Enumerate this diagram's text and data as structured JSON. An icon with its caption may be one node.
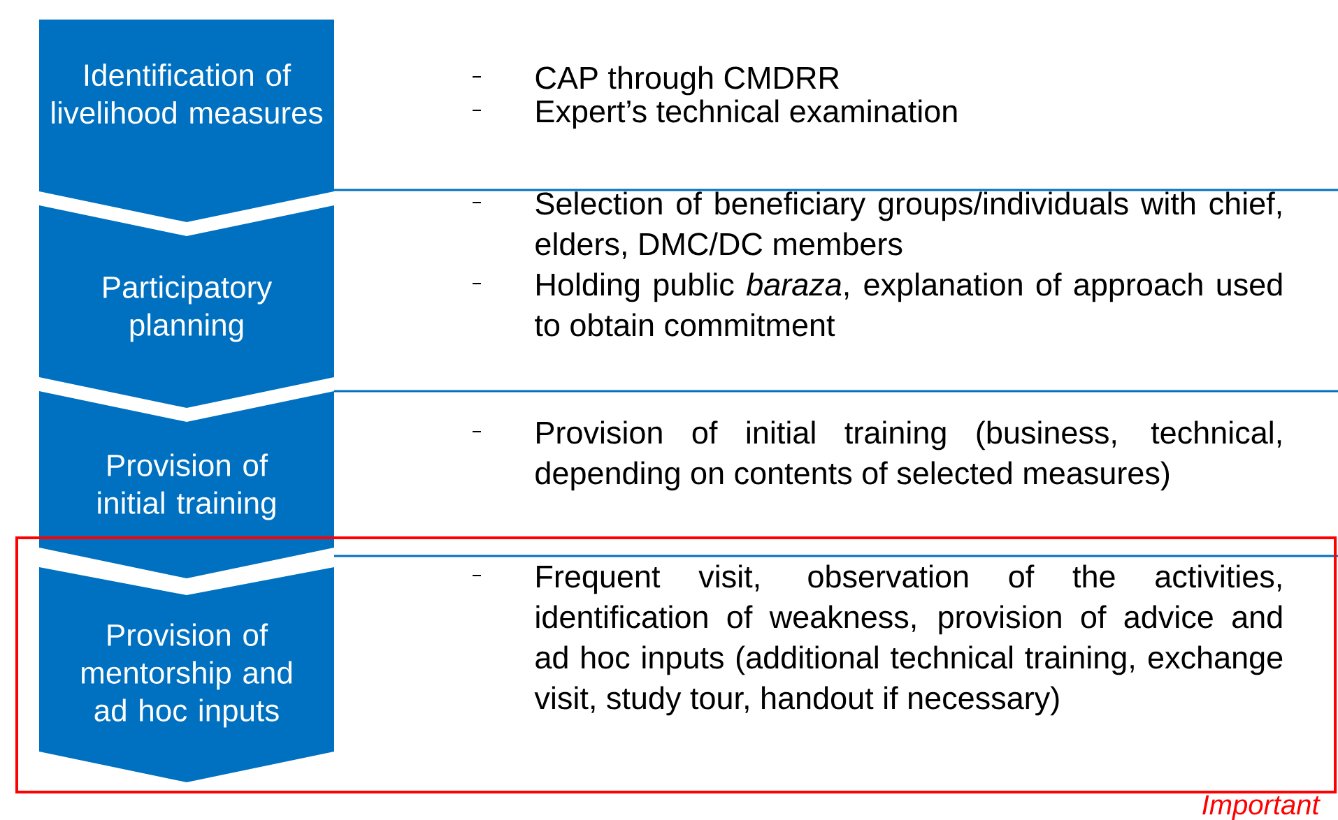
{
  "diagram": {
    "nodes": [
      {
        "text": [
          "Identification of livelihood measures"
        ]
      },
      {
        "text": [
          "Participatory planning"
        ]
      },
      {
        "text": [
          "Provision of initial training"
        ]
      },
      {
        "text": [
          "Important"
        ]
      },
      {
        "text": [
          "Provision of mentorship and ad hoc inputs"
        ],
        "in": 3
      }
    ],
    "labels": [
      "CAP through CMDRR",
      "Expert’s technical examination",
      "Selection of beneficiary groups/individuals with chief, elders, DMC/DC members",
      "Holding public *baraza*, explanation of approach used to obtain commitment",
      "Provision of initial training (business, technical, depending on contents of selected measures)",
      "Frequent visit, observation of the activities, identification of weakness, provision of advice and ad hoc inputs (additional technical training, exchange visit, study tour, handout if necessary)"
    ]
  }
}
